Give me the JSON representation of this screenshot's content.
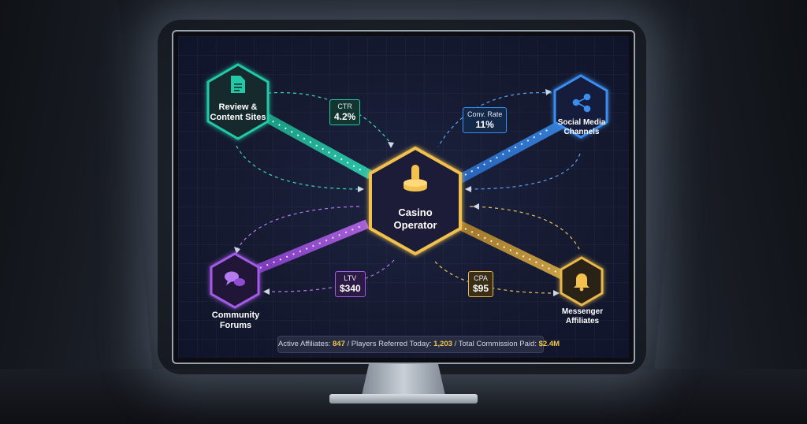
{
  "diagram": {
    "center": {
      "label_line1": "Casino",
      "label_line2": "Operator",
      "icon": "casino-chips-icon",
      "color": "#e8b84a"
    },
    "nodes": [
      {
        "id": "review",
        "label_line1": "Review &",
        "label_line2": "Content Sites",
        "icon": "document-icon",
        "color": "#23c9a6"
      },
      {
        "id": "social",
        "label_line1": "Social Media",
        "label_line2": "Channels",
        "icon": "share-icon",
        "color": "#3a8ef0"
      },
      {
        "id": "forums",
        "label_line1": "Community",
        "label_line2": "Forums",
        "icon": "chat-bubbles-icon",
        "color": "#a45be8"
      },
      {
        "id": "messenger",
        "label_line1": "Messenger",
        "label_line2": "Affiliates",
        "icon": "bell-icon",
        "color": "#e8b84a"
      }
    ],
    "metrics": {
      "ctr": {
        "label": "CTR",
        "value": "4.2%",
        "color": "#23c9a6"
      },
      "conv": {
        "label": "Conv. Rate",
        "value": "11%",
        "color": "#3a8ef0"
      },
      "ltv": {
        "label": "LTV",
        "value": "$340",
        "color": "#a45be8"
      },
      "cpa": {
        "label": "CPA",
        "value": "$95",
        "color": "#e8b84a"
      }
    }
  },
  "footer": {
    "active_label": "Active Affiliates:",
    "active_value": "847",
    "sep1": "/",
    "players_label": "Players Referred Today:",
    "players_value": "1,203",
    "sep2": "/",
    "commission_label": "Total Commission Paid:",
    "commission_value": "$2.4M"
  }
}
